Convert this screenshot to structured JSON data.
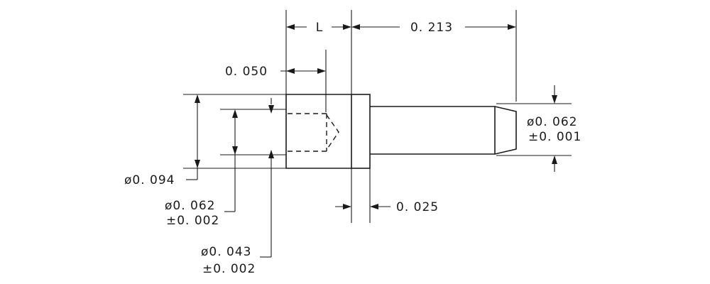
{
  "dimensions": {
    "length_L": "L",
    "overall_length": "0. 213",
    "cavity_depth": "0. 050",
    "flange_diameter": "ø0. 094",
    "cavity_diameter": "ø0. 062",
    "cavity_diameter_tol": "±0. 002",
    "tail_diameter": "ø0. 043",
    "tail_diameter_tol": "±0. 002",
    "flange_thickness": "0. 025",
    "pin_diameter": "ø0. 062",
    "pin_diameter_tol": "±0. 001"
  }
}
